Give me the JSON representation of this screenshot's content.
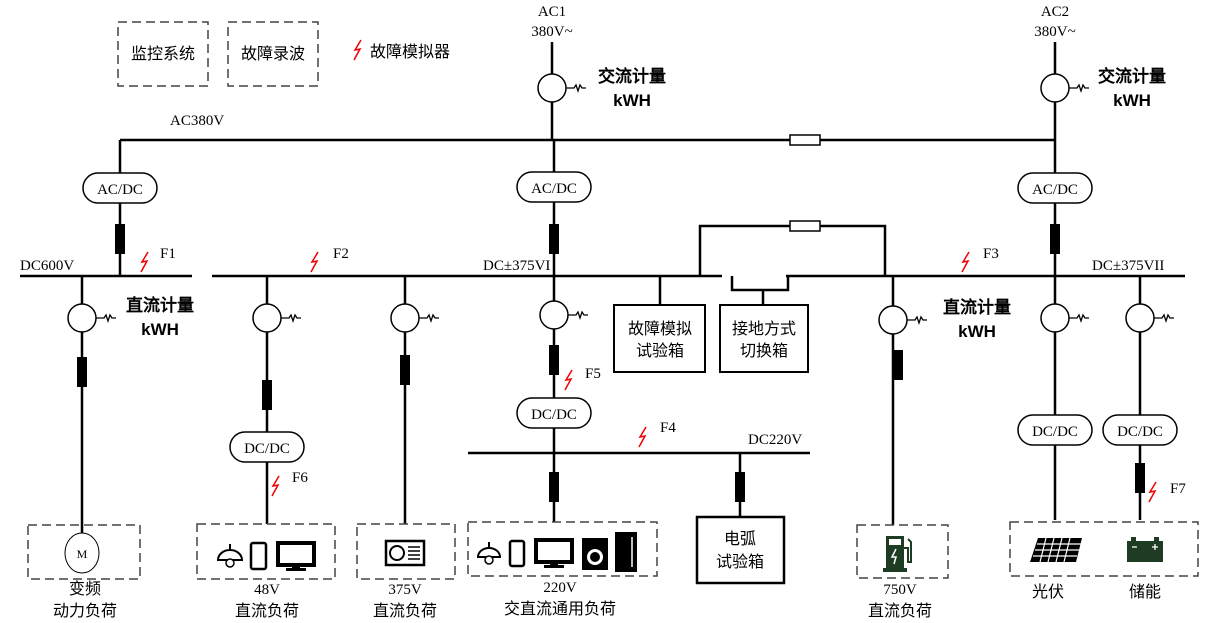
{
  "legend": {
    "monitor": "监控系统",
    "recorder": "故障录波",
    "fault_simulator": "故障模拟器"
  },
  "sources": {
    "ac1": {
      "name": "AC1",
      "voltage": "380V~"
    },
    "ac2": {
      "name": "AC2",
      "voltage": "380V~"
    }
  },
  "meters": {
    "ac_label": "交流计量",
    "dc_label": "直流计量",
    "unit": "kWH"
  },
  "buses": {
    "ac": "AC380V",
    "dc600": "DC600V",
    "dc375_1": "DC±375VI",
    "dc375_2": "DC±375VII",
    "dc220": "DC220V"
  },
  "converters": {
    "acdc": "AC/DC",
    "dcdc": "DC/DC"
  },
  "faults": [
    "F1",
    "F2",
    "F3",
    "F4",
    "F5",
    "F6",
    "F7"
  ],
  "boxes": {
    "fault_test": [
      "故障模拟",
      "试验箱"
    ],
    "grounding": [
      "接地方式",
      "切换箱"
    ],
    "arc_test": [
      "电弧",
      "试验箱"
    ]
  },
  "loads": {
    "motor": {
      "symbol": "M",
      "line1": "变频",
      "line2": "动力负荷"
    },
    "dc48": {
      "line1": "48V",
      "line2": "直流负荷"
    },
    "dc375": {
      "line1": "375V",
      "line2": "直流负荷"
    },
    "ac220": {
      "line1": "220V",
      "line2": "交直流通用负荷"
    },
    "dc750": {
      "line1": "750V",
      "line2": "直流负荷"
    },
    "pv": "光伏",
    "storage": "储能"
  },
  "colors": {
    "fault": "#e00000",
    "icon_green": "#1e3b24"
  }
}
